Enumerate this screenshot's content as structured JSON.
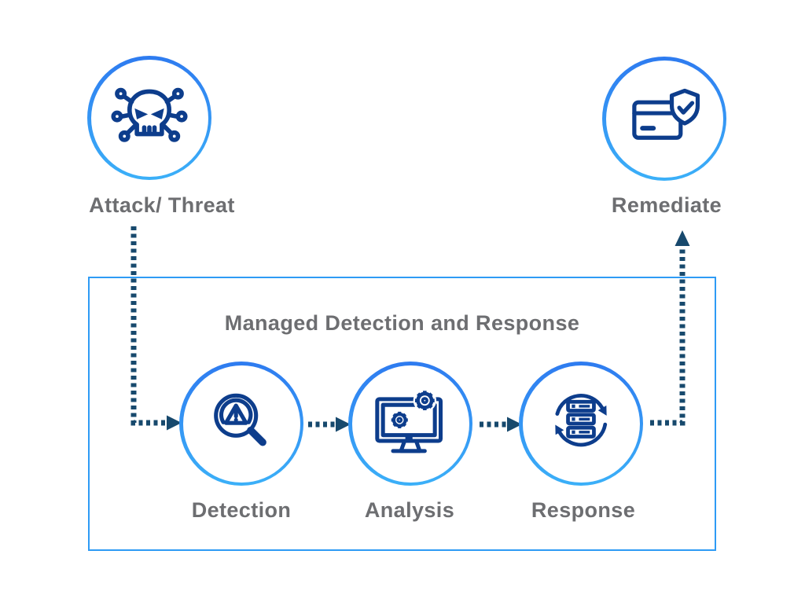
{
  "box": {
    "title": "Managed Detection and Response"
  },
  "nodes": {
    "attack": {
      "label": "Attack/ Threat",
      "icon": "skull-malware-icon"
    },
    "remediate": {
      "label": "Remediate",
      "icon": "card-shield-check-icon"
    },
    "detection": {
      "label": "Detection",
      "icon": "magnifier-alert-icon"
    },
    "analysis": {
      "label": "Analysis",
      "icon": "monitor-gears-icon"
    },
    "response": {
      "label": "Response",
      "icon": "server-cycle-icon"
    }
  },
  "flow": [
    "attack -> detection",
    "detection -> analysis",
    "analysis -> response",
    "response -> remediate"
  ],
  "colors": {
    "iconNavy": "#0d3d8c",
    "ringTop": "#2e7bf0",
    "ringBottom": "#3bb0f8",
    "boxBorder": "#2e9bf5",
    "labelGray": "#6d6e71",
    "arrowColor": "#17496d",
    "background": "#ffffff"
  }
}
